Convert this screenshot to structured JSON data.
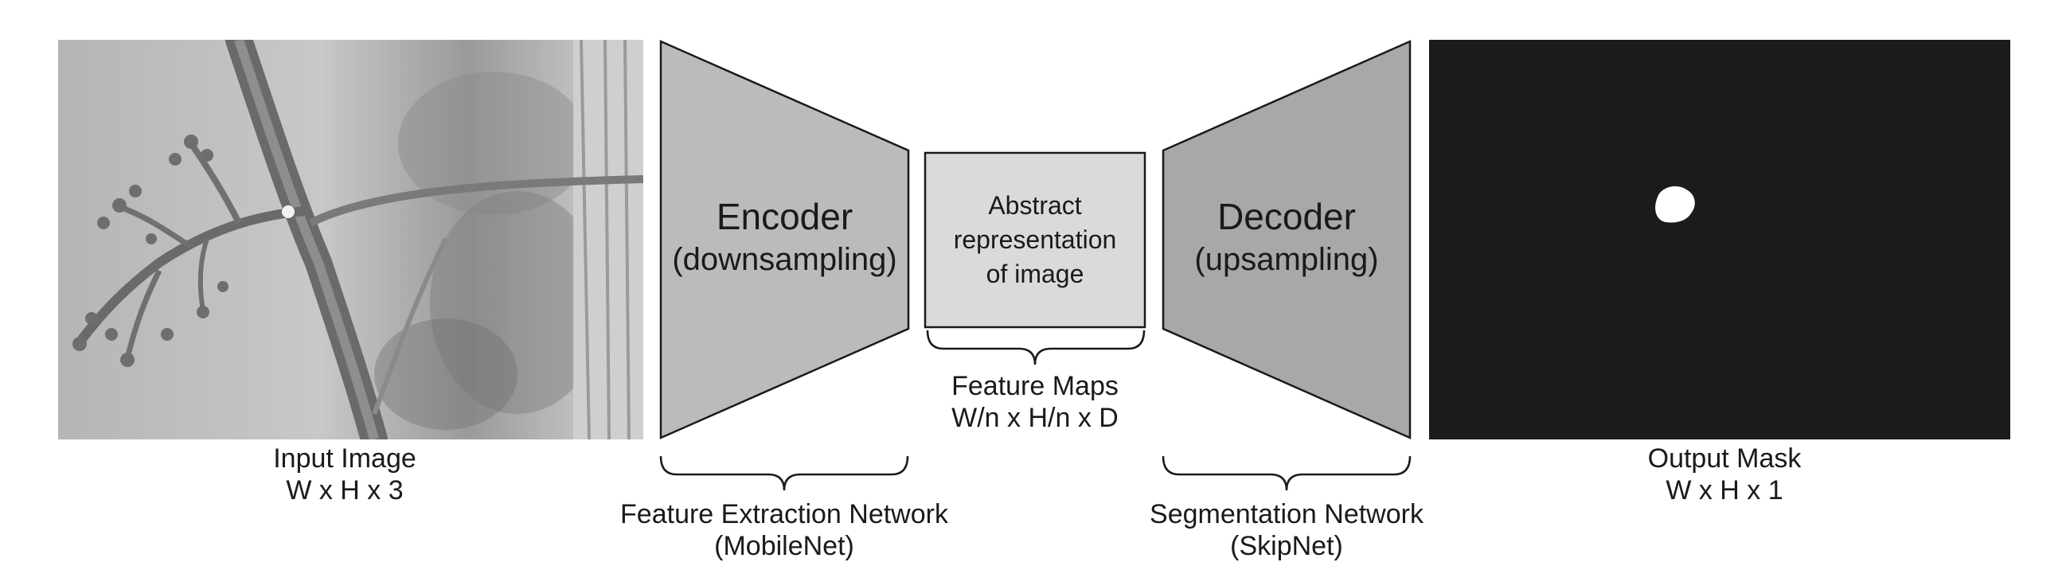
{
  "input": {
    "title": "Input Image",
    "dims": "W x H x 3"
  },
  "encoder": {
    "title": "Encoder",
    "subtitle": "(downsampling)",
    "network": "Feature Extraction Network",
    "network_name": "(MobileNet)"
  },
  "features": {
    "box_line1": "Abstract",
    "box_line2": "representation",
    "box_line3": "of image",
    "title": "Feature Maps",
    "dims": "W/n x H/n x D"
  },
  "decoder": {
    "title": "Decoder",
    "subtitle": "(upsampling)",
    "network": "Segmentation Network",
    "network_name": "(SkipNet)"
  },
  "output": {
    "title": "Output Mask",
    "dims": "W x H x 1"
  },
  "colors": {
    "encoder_fill": "#bbbbbb",
    "feature_fill": "#dadada",
    "decoder_fill": "#a8a8a8",
    "mask_background": "#1b1b1b",
    "mask_blob": "#ffffff"
  }
}
